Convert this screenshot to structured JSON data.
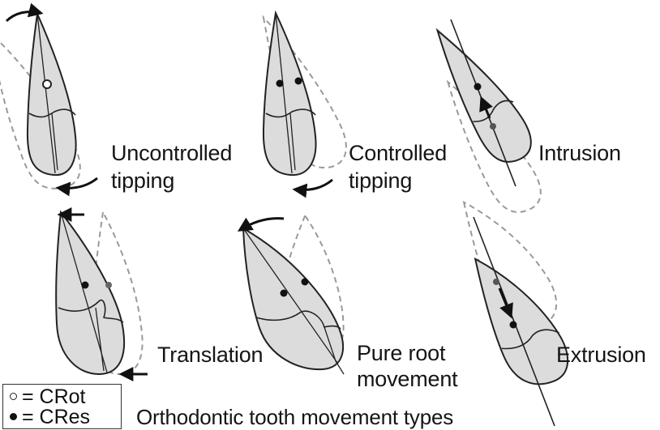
{
  "diagram": {
    "colors": {
      "outline": "#222222",
      "tooth_fill": "#dcdcdc",
      "ghost": "#9a9a9a",
      "arrow": "#111111"
    },
    "panels": [
      {
        "id": "uncontrolled-tipping",
        "label_line1": "Uncontrolled",
        "label_line2": "tipping",
        "center_symbol": "open"
      },
      {
        "id": "controlled-tipping",
        "label_line1": "Controlled",
        "label_line2": "tipping",
        "center_symbol": "filled"
      },
      {
        "id": "intrusion",
        "label_line1": "Intrusion",
        "label_line2": "",
        "center_symbol": "filled"
      },
      {
        "id": "translation",
        "label_line1": "Translation",
        "label_line2": "",
        "center_symbol": "filled"
      },
      {
        "id": "pure-root-movement",
        "label_line1": "Pure root",
        "label_line2": "movement",
        "center_symbol": "filled"
      },
      {
        "id": "extrusion",
        "label_line1": "Extrusion",
        "label_line2": "",
        "center_symbol": "filled"
      }
    ],
    "legend": {
      "crot_symbol_text": "= CRot",
      "cres_symbol_text": "= CRes"
    },
    "caption": "Orthodontic tooth movement types"
  }
}
